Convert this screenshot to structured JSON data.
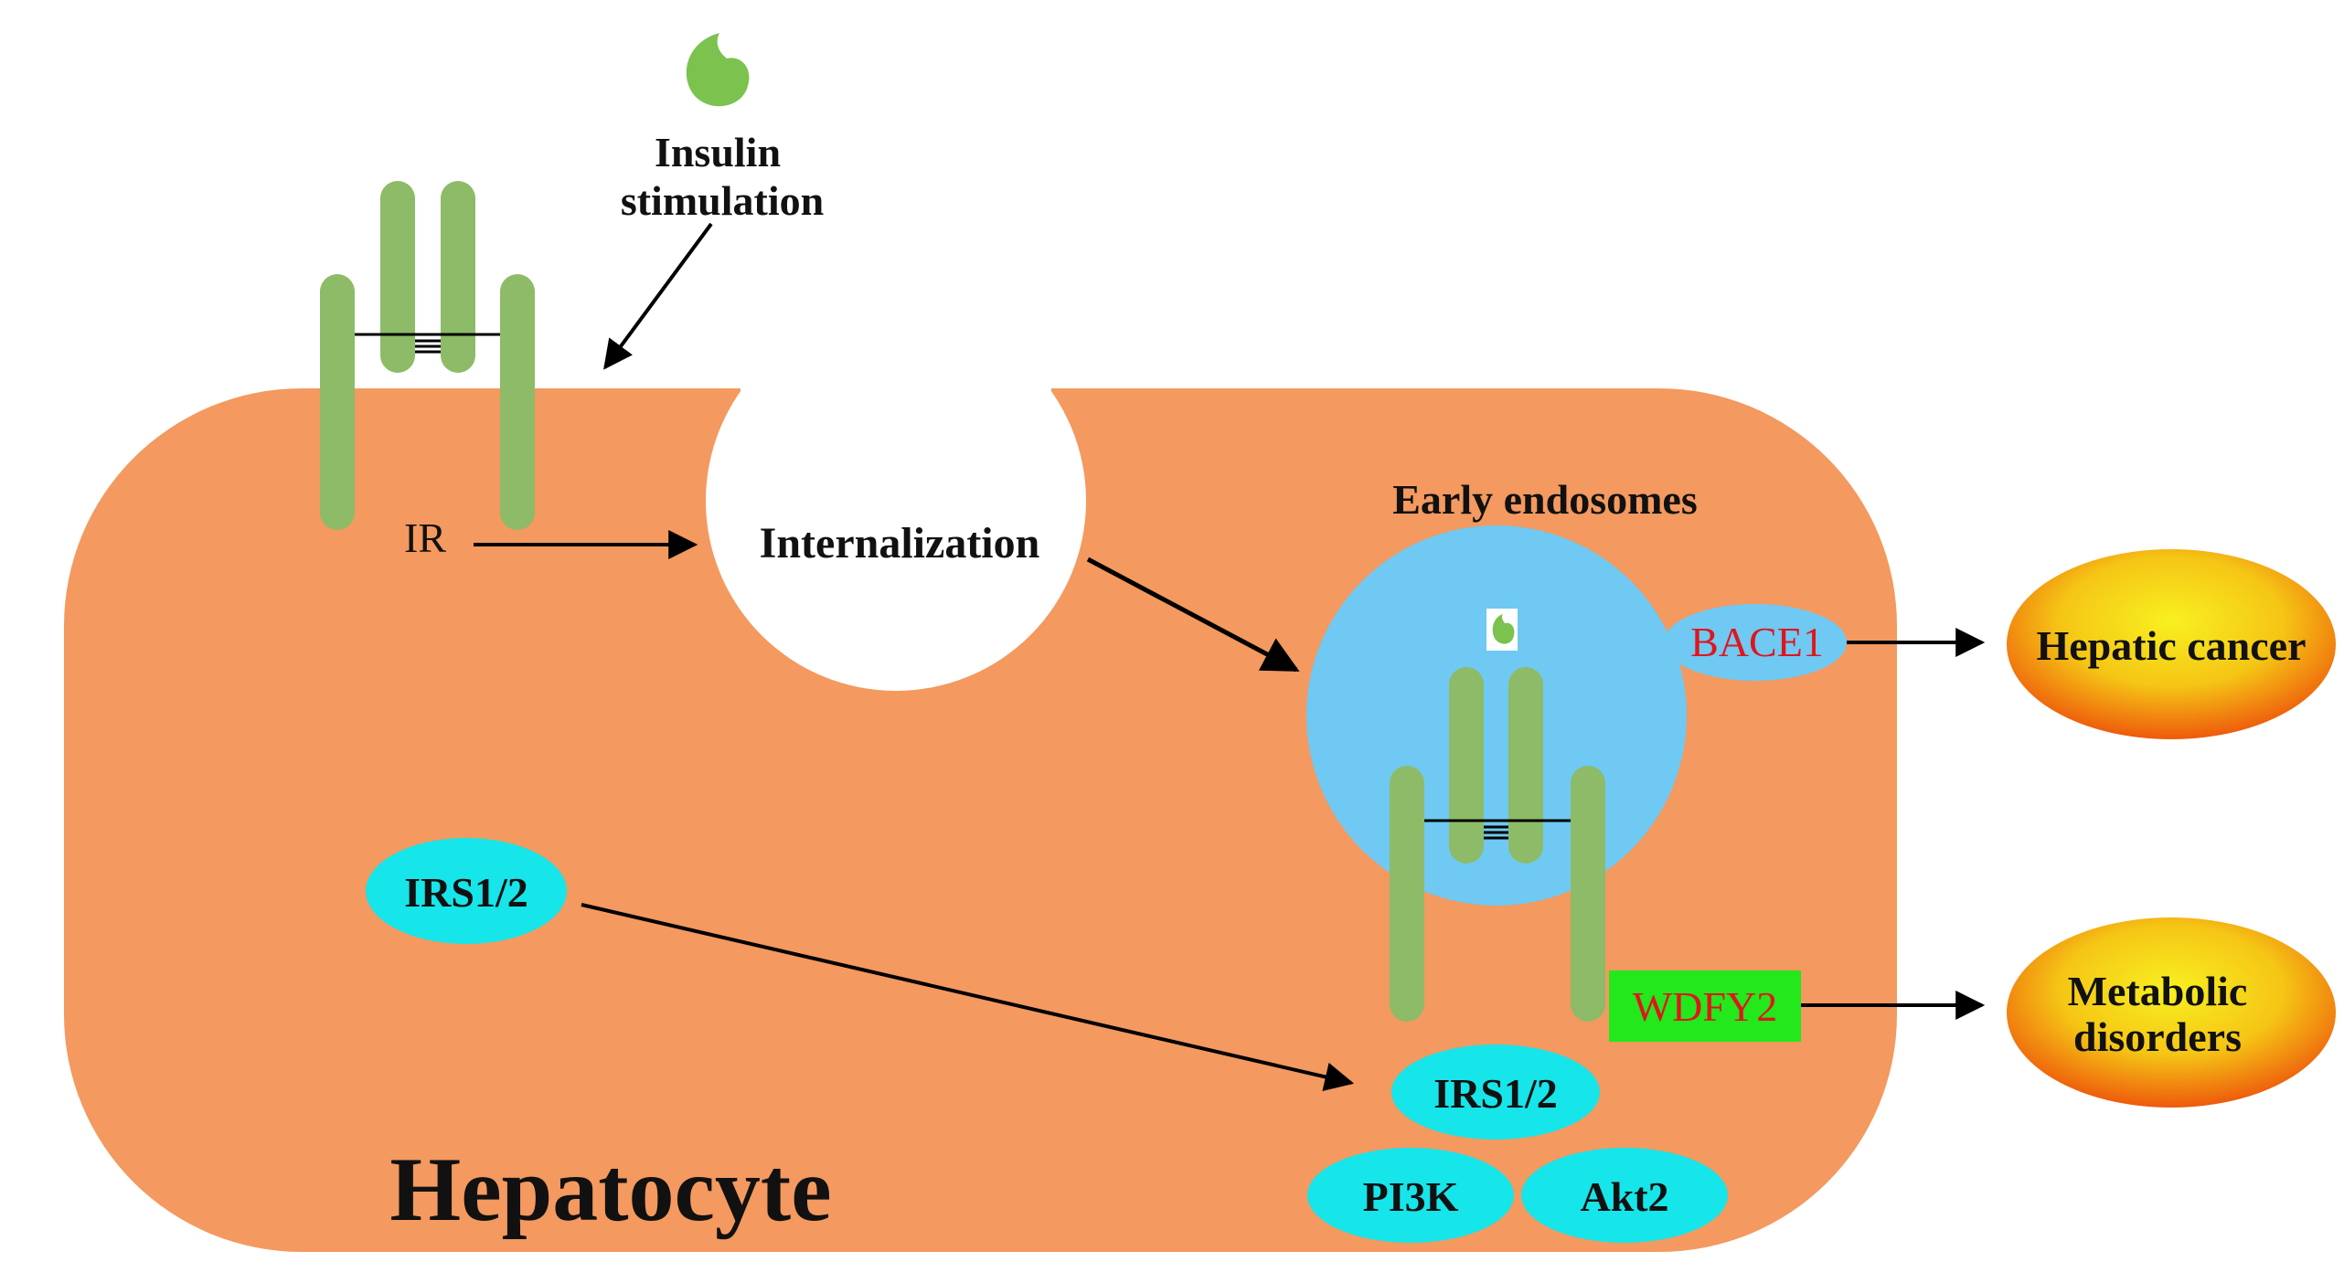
{
  "labels": {
    "insulin_line1": "Insulin",
    "insulin_line2": "stimulation",
    "ir": "IR",
    "internalization": "Internalization",
    "early_endosomes": "Early endosomes",
    "bace1": "BACE1",
    "wdfy2": "WDFY2",
    "irs_free": "IRS1/2",
    "irs_bound": "IRS1/2",
    "pi3k": "PI3K",
    "akt2": "Akt2",
    "hepatocyte": "Hepatocyte"
  },
  "outcomes": {
    "hepatic_cancer": "Hepatic cancer",
    "metabolic_line1": "Metabolic",
    "metabolic_line2": "disorders"
  },
  "colors": {
    "cell": "#f4995f",
    "receptor": "#8dbb67",
    "endosome": "#6fc9f2",
    "signal_node": "#16e5ea",
    "wdfy2_box": "#22e81c",
    "highlight_text": "#e0151c",
    "outcome_center": "#f7ee1a",
    "outcome_edge": "#f06010"
  }
}
